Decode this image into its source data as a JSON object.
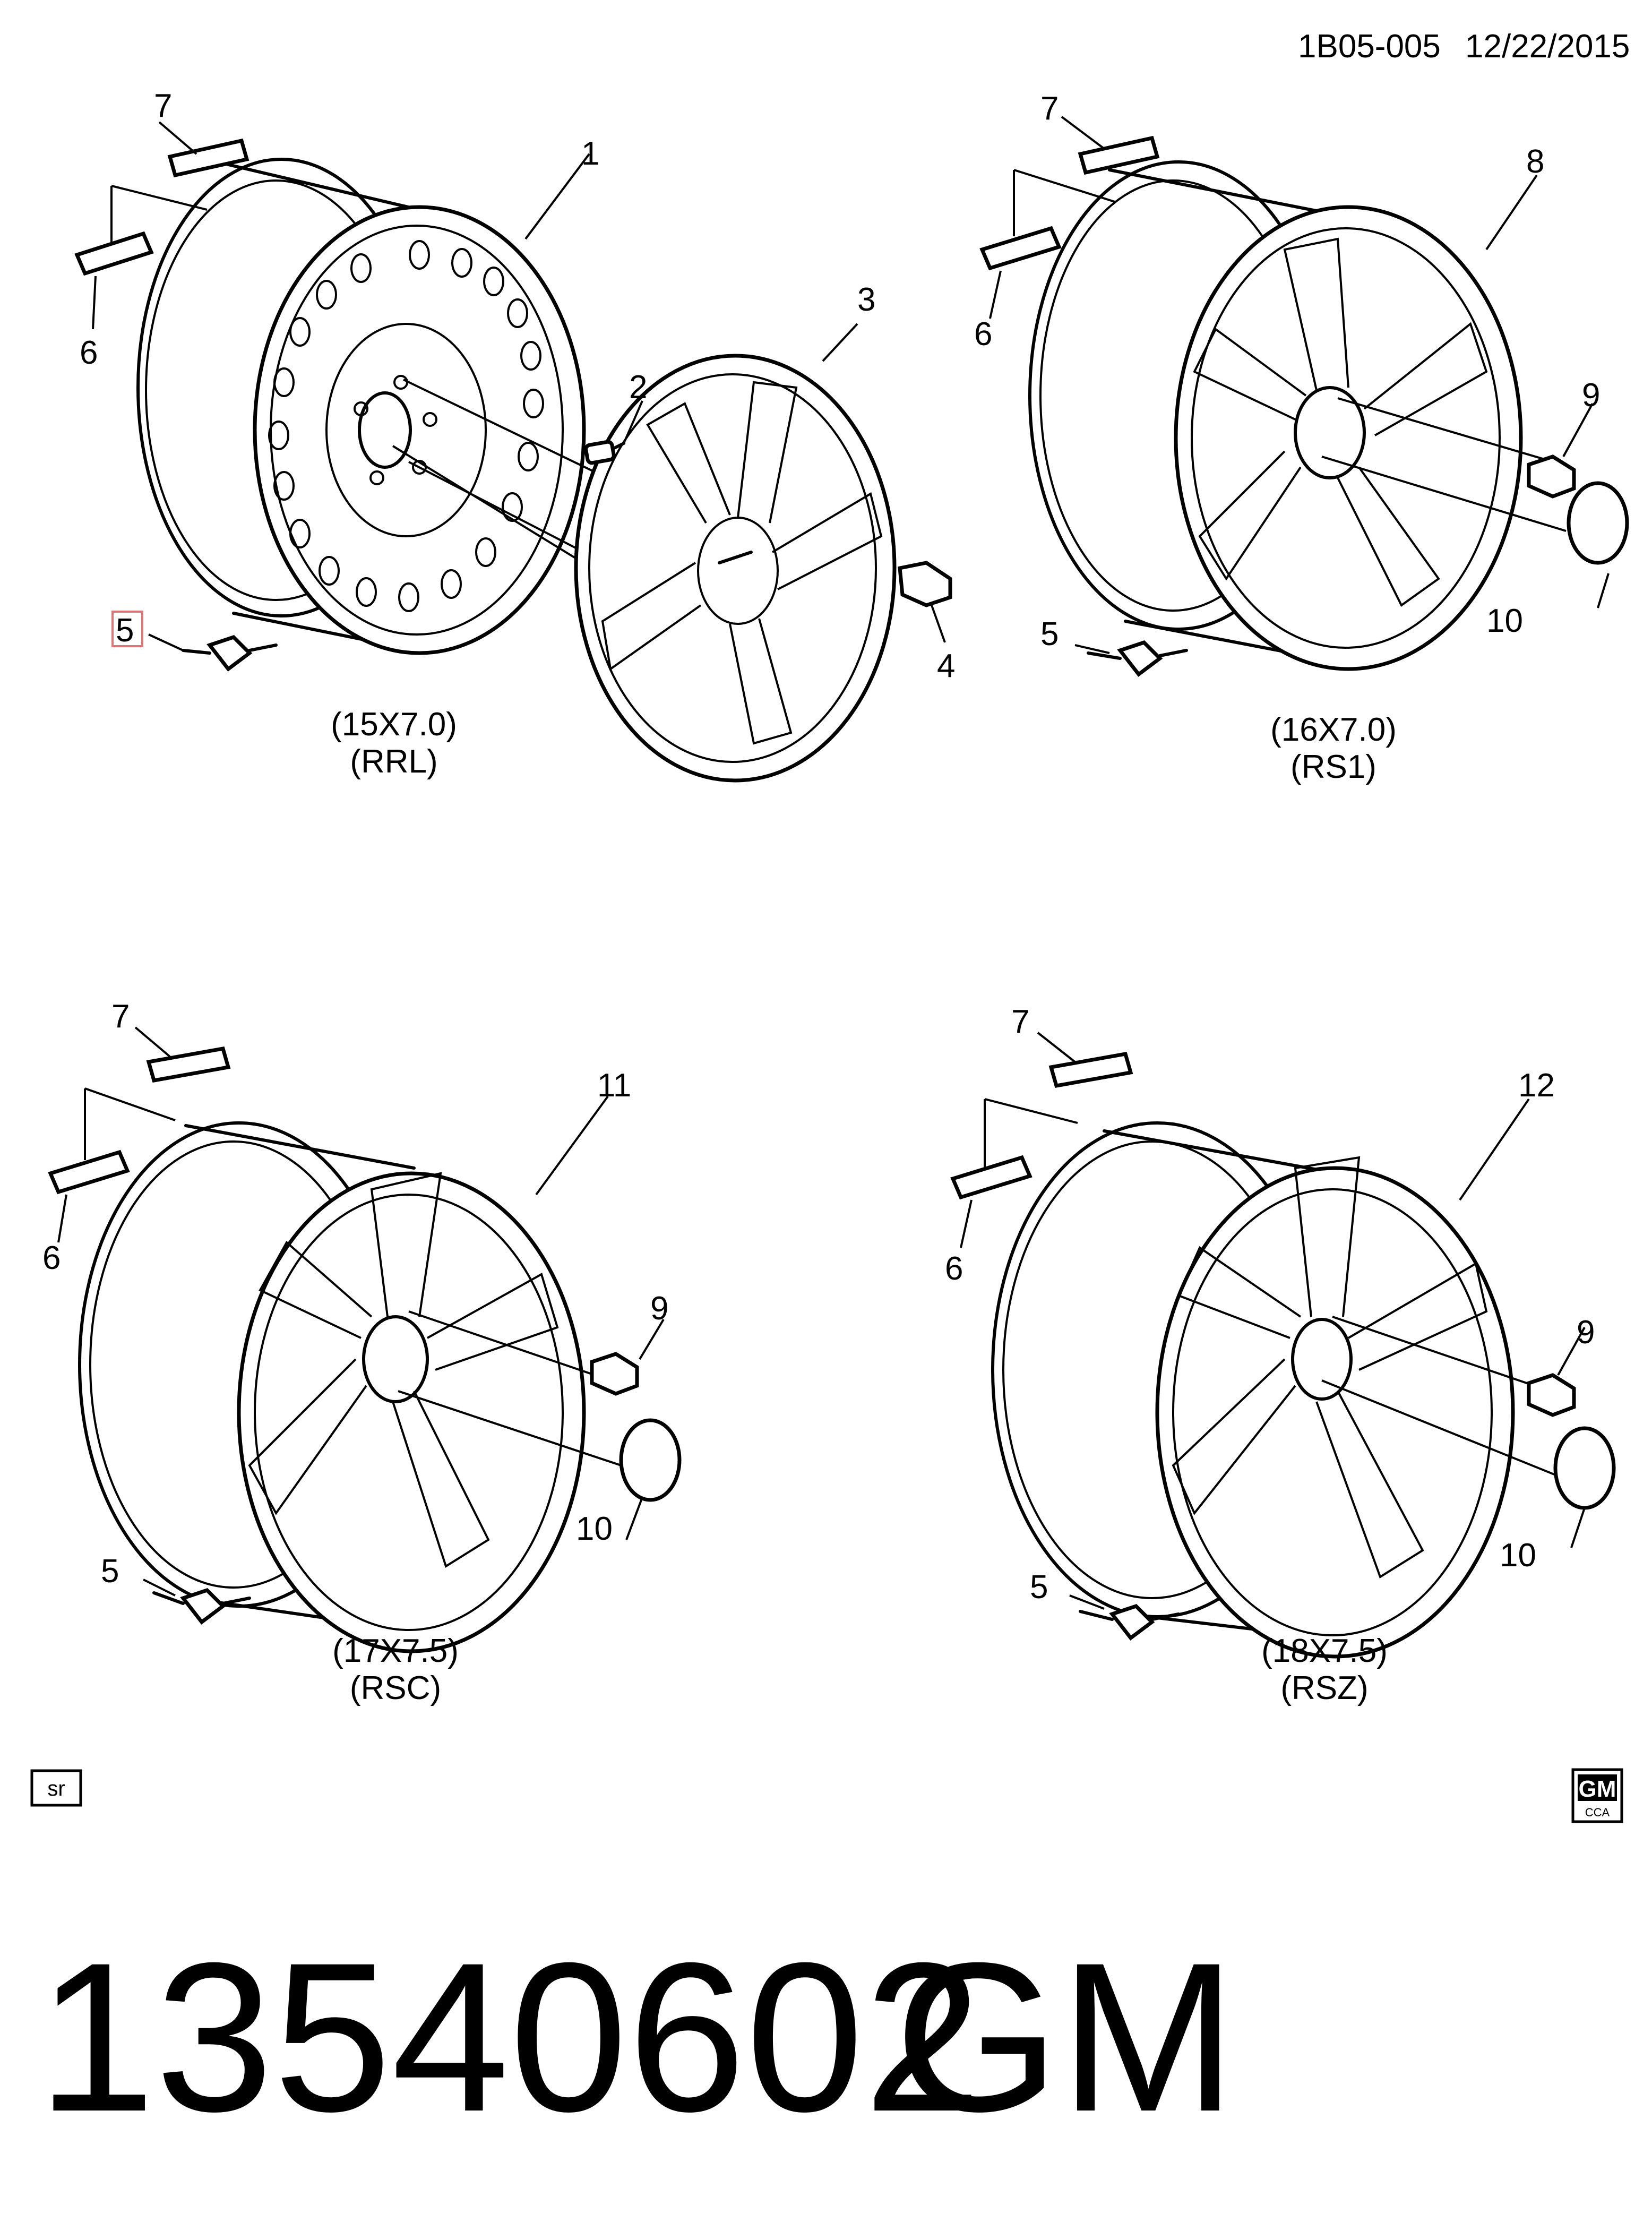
{
  "header": {
    "doc_id": "1B05-005",
    "date": "12/22/2015"
  },
  "callouts": [
    "1",
    "2",
    "3",
    "4",
    "5",
    "6",
    "7",
    "8",
    "9",
    "10",
    "11",
    "12"
  ],
  "wheels": [
    {
      "size": "(15X7.0)",
      "code": "(RRL)"
    },
    {
      "size": "(16X7.0)",
      "code": "(RS1)"
    },
    {
      "size": "(17X7.5)",
      "code": "(RSC)"
    },
    {
      "size": "(18X7.5)",
      "code": "(RSZ)"
    }
  ],
  "footer": {
    "sr_box": "sr",
    "logo_text": "GM",
    "logo_sub": "CCA"
  },
  "part_number": "13540602",
  "brand": "GM"
}
